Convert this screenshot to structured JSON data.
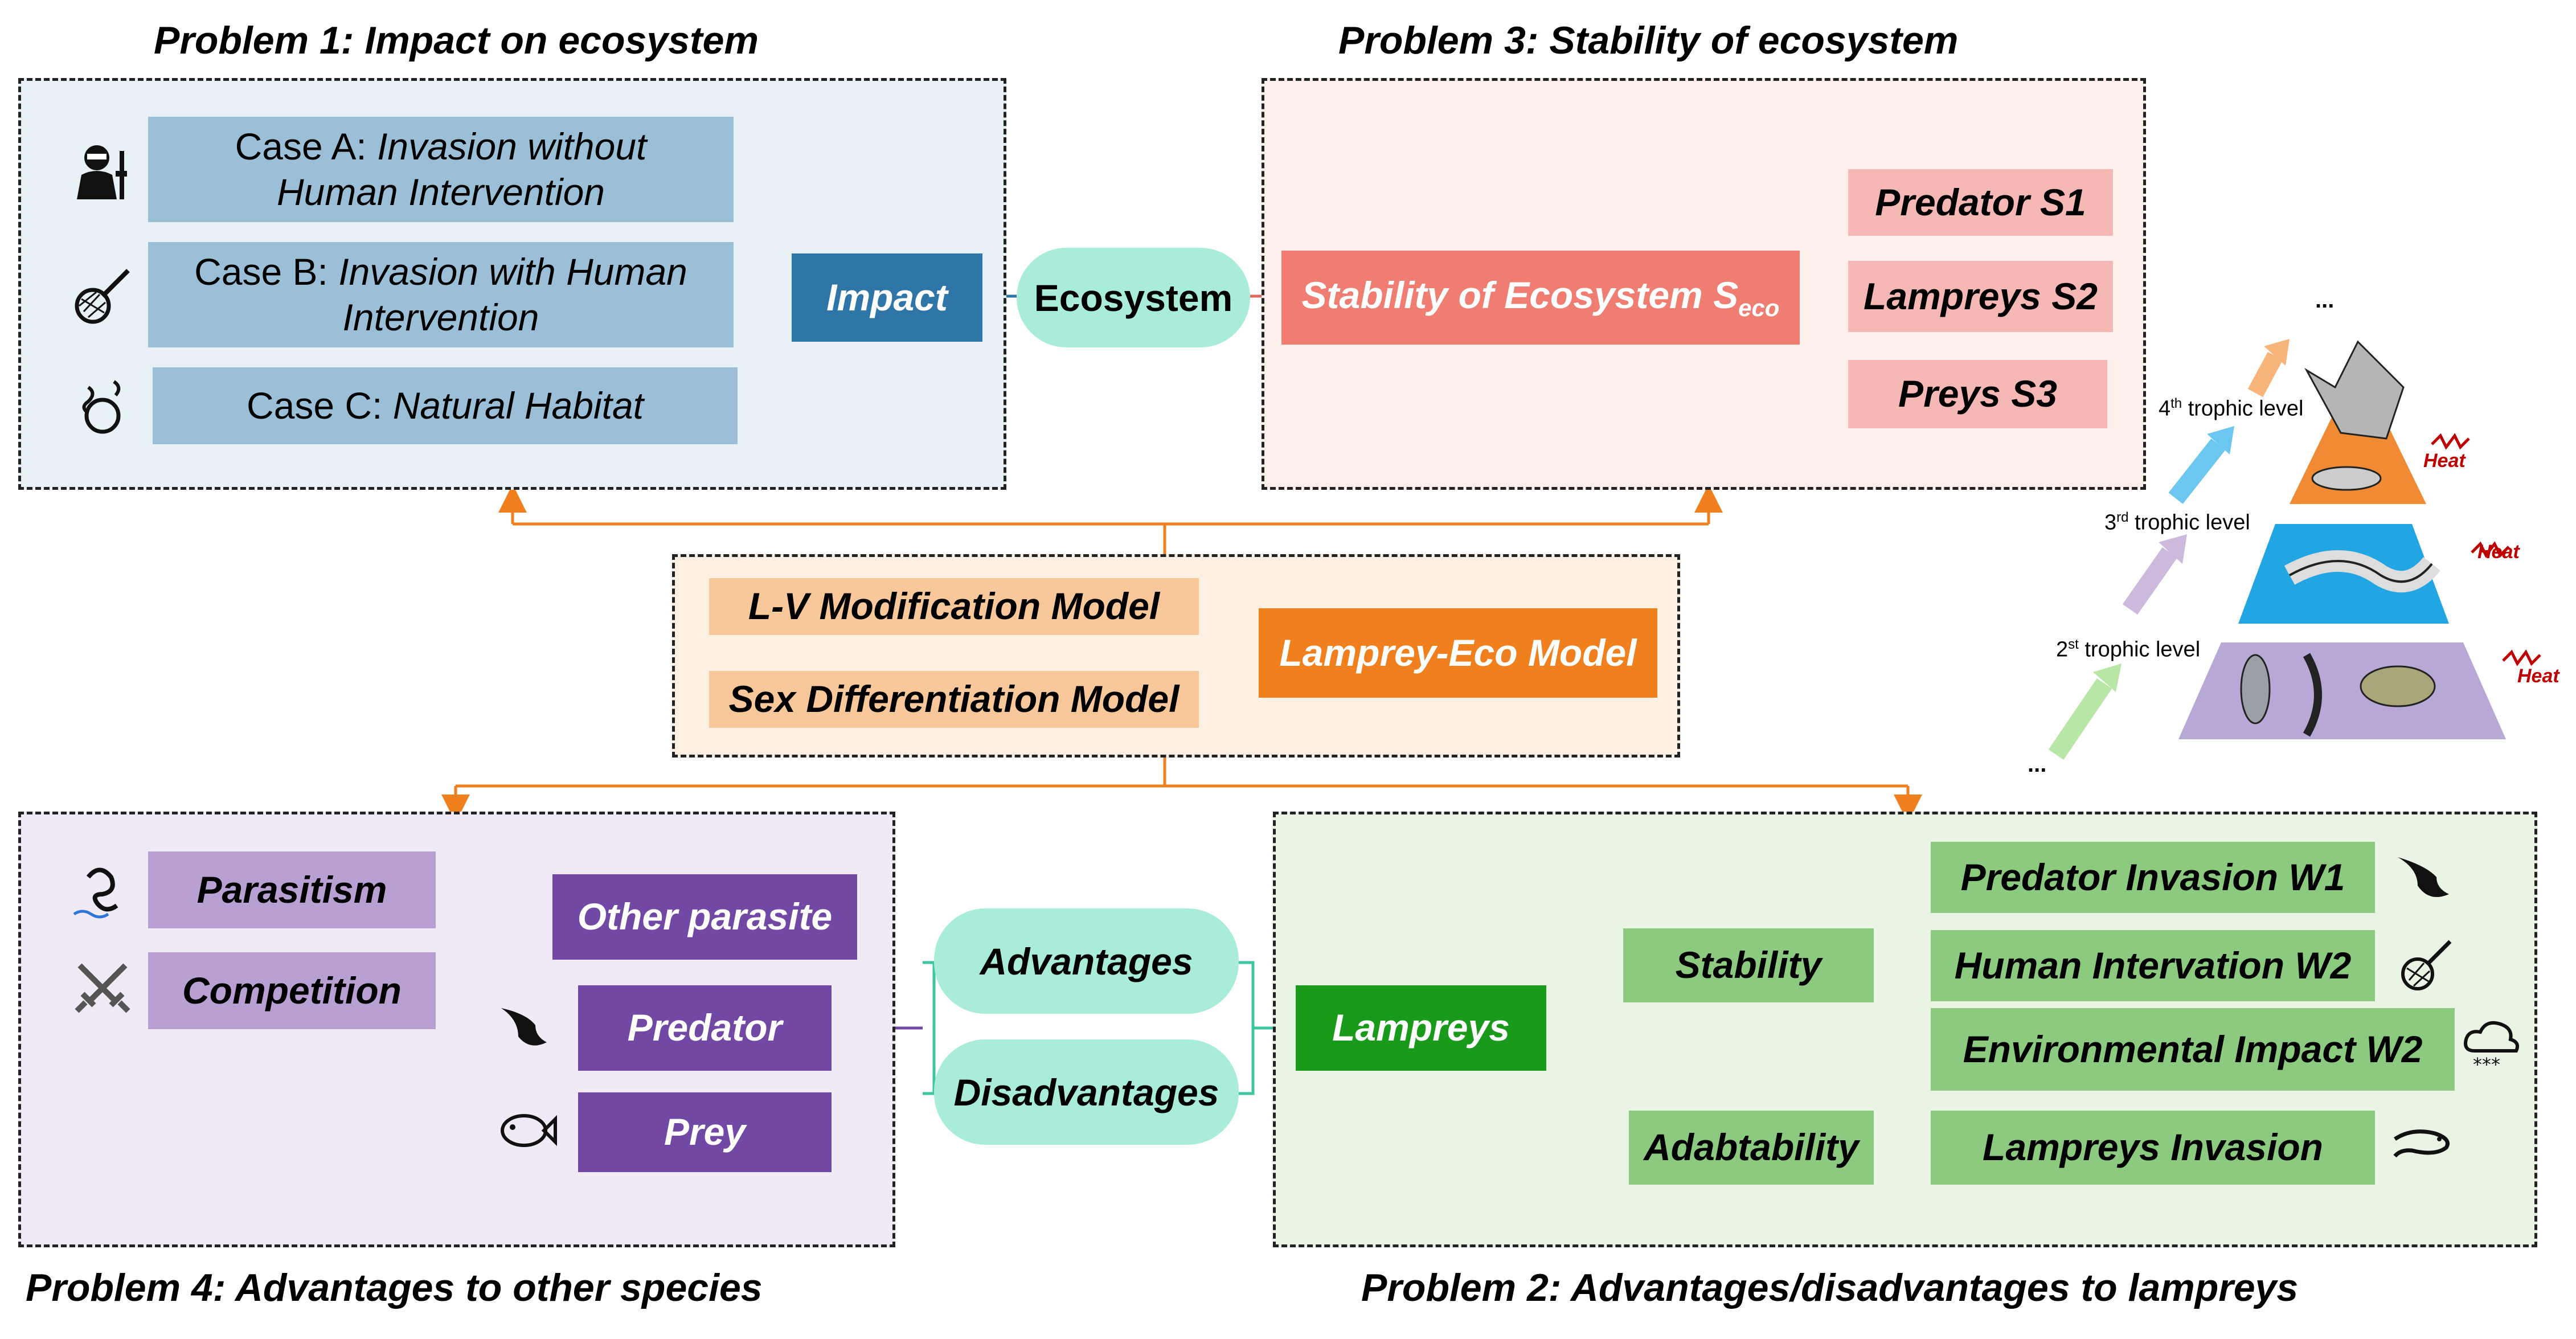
{
  "problems": {
    "p1": "Problem 1: Impact on ecosystem",
    "p3": "Problem 3: Stability of ecosystem",
    "p4": "Problem 4: Advantages to other species",
    "p2": "Problem 2: Advantages/disadvantages to lampreys"
  },
  "p1": {
    "caseA_prefix": "Case A: ",
    "caseA_italic1": "Invasion without",
    "caseA_italic2": "Human Intervention",
    "caseB_prefix": "Case B: ",
    "caseB_italic1": "Invasion with Human",
    "caseB_italic2": "Intervention",
    "caseC_prefix": "Case C: ",
    "caseC_italic": "Natural Habitat",
    "impact": "Impact",
    "ecosystem": "Ecosystem"
  },
  "p3": {
    "stability_main": "Stability of Ecosystem S",
    "stability_sub": "eco",
    "s1": "Predator S1",
    "s2": "Lampreys S2",
    "s3": "Preys S3"
  },
  "model": {
    "lv": "L-V Modification Model",
    "sex": "Sex Differentiation Model",
    "eco": "Lamprey-Eco Model"
  },
  "trophic": {
    "l4_num": "4",
    "l4_sup": "th",
    "l4_text": " trophic level",
    "l3_num": "3",
    "l3_sup": "rd",
    "l3_text": " trophic level",
    "l2_num": "2",
    "l2_sup": "st",
    "l2_text": " trophic level",
    "heat": "Heat",
    "ellipsis": "..."
  },
  "p4": {
    "parasitism": "Parasitism",
    "competition": "Competition",
    "other_parasite": "Other parasite",
    "predator": "Predator",
    "prey": "Prey",
    "advantages": "Advantages",
    "disadvantages": "Disadvantages"
  },
  "p2": {
    "lampreys": "Lampreys",
    "stability": "Stability",
    "adaptability": "Adabtability",
    "w1": "Predator Invasion W1",
    "w2a": "Human Intervation W2",
    "w2b": "Environmental Impact W2",
    "invasion": "Lampreys Invasion"
  },
  "colors": {
    "p1_bg": "#e8f1f5",
    "p3_bg": "#fcefec",
    "model_bg": "#fdf0e3",
    "p4_bg": "#efeaf5",
    "p2_bg": "#e9f4e5",
    "case_box": "#9bbfd6",
    "impact": "#2e75a8",
    "ecosystem": "#a8ecd9",
    "stab_main": "#ef7d72",
    "stab_sub": "#f5b8b4",
    "model_light": "#f8c89a",
    "model_main": "#f0801e",
    "p4_light": "#b9a0d2",
    "p4_dark": "#7148a3",
    "green_dark": "#1a9a1a",
    "green_light": "#8ccb7f"
  }
}
